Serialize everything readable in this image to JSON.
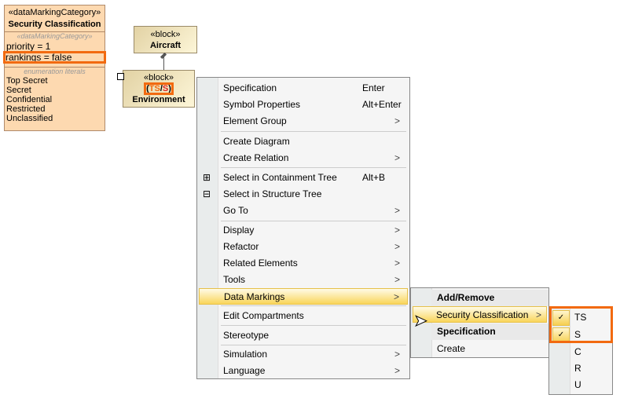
{
  "category": {
    "stereotype": "«dataMarkingCategory»",
    "name": "Security Classification",
    "tag_label": "«dataMarkingCategory»",
    "priority": "priority = 1",
    "rankings": "rankings = false",
    "literals_label": "enumeration literals",
    "literals": [
      "Top Secret",
      "Secret",
      "Confidential",
      "Restricted",
      "Unclassified"
    ]
  },
  "aircraft": {
    "stereotype": "«block»",
    "name": "Aircraft"
  },
  "environment": {
    "stereotype": "«block»",
    "open": "(",
    "ts": "TS",
    "slash": "/",
    "s": "S",
    "close": ")",
    "name": "Environment"
  },
  "menu": {
    "items": [
      {
        "label": "Specification",
        "shortcut": "Enter"
      },
      {
        "label": "Symbol Properties",
        "shortcut": "Alt+Enter"
      },
      {
        "label": "Element Group",
        "arrow": ">"
      },
      {
        "label": "Create Diagram"
      },
      {
        "label": "Create Relation",
        "arrow": ">"
      },
      {
        "label": "Select in Containment Tree",
        "shortcut": "Alt+B"
      },
      {
        "label": "Select in Structure Tree"
      },
      {
        "label": "Go To",
        "arrow": ">"
      },
      {
        "label": "Display",
        "arrow": ">"
      },
      {
        "label": "Refactor",
        "arrow": ">"
      },
      {
        "label": "Related Elements",
        "arrow": ">"
      },
      {
        "label": "Tools",
        "arrow": ">"
      },
      {
        "label": "Data Markings",
        "arrow": ">"
      },
      {
        "label": "Edit Compartments"
      },
      {
        "label": "Stereotype"
      },
      {
        "label": "Simulation",
        "arrow": ">"
      },
      {
        "label": "Language",
        "arrow": ">"
      }
    ]
  },
  "submenu": {
    "add_remove": "Add/Remove",
    "security": "Security Classification",
    "arrow": ">",
    "specification": "Specification",
    "create": "Create"
  },
  "levels": {
    "items": [
      {
        "label": "TS",
        "checked": true
      },
      {
        "label": "S",
        "checked": true
      },
      {
        "label": "C"
      },
      {
        "label": "R"
      },
      {
        "label": "U"
      }
    ],
    "check": "✓"
  },
  "colors": {
    "highlight": "#f26a10",
    "ts": "#f26a10",
    "s": "#e02020"
  }
}
